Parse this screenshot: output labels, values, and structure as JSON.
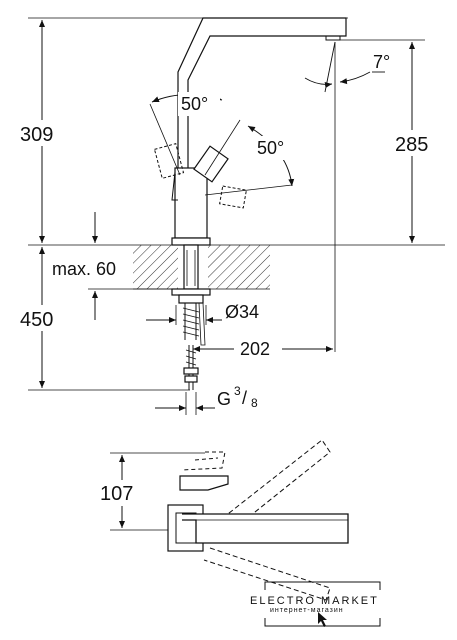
{
  "dimensions": {
    "height_total": "309",
    "height_spout": "285",
    "depth_below": "450",
    "max_counter": "max. 60",
    "hole_diameter": "Ø34",
    "reach": "202",
    "thread_prefix": "G",
    "thread_num": "3",
    "thread_den": "8",
    "spout_angle": "7°",
    "lever_angle_left": "50°",
    "lever_angle_right": "50°",
    "plan_height": "107"
  },
  "watermark": {
    "line1": "ELECTRO MARKET",
    "line2": "интернет-магазин"
  },
  "colors": {
    "line": "#111111",
    "hatch": "#333333",
    "background": "#ffffff"
  }
}
